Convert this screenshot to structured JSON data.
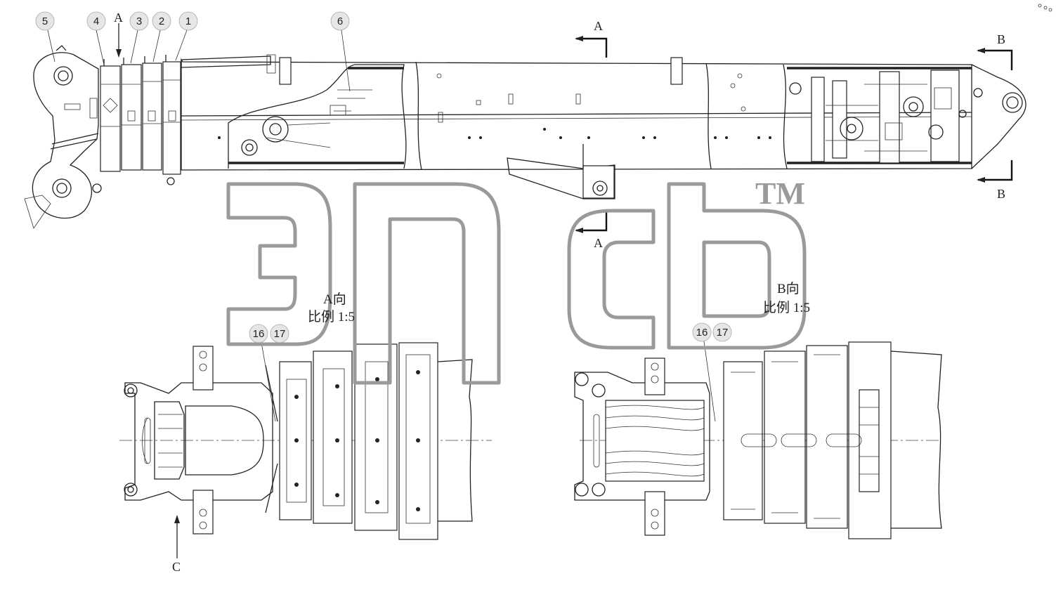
{
  "callouts": [
    {
      "id": "c5",
      "text": "5"
    },
    {
      "id": "c4",
      "text": "4"
    },
    {
      "id": "c3",
      "text": "3"
    },
    {
      "id": "c2",
      "text": "2"
    },
    {
      "id": "c1",
      "text": "1"
    },
    {
      "id": "c6",
      "text": "6"
    },
    {
      "id": "c16a",
      "text": "16"
    },
    {
      "id": "c17a",
      "text": "17"
    },
    {
      "id": "c16b",
      "text": "16"
    },
    {
      "id": "c17b",
      "text": "17"
    }
  ],
  "view_markers": {
    "a_top": "A",
    "a_section_top": "A",
    "a_section_bottom": "A",
    "b_top": "B",
    "b_bottom": "B",
    "c_arrow": "C"
  },
  "view_notes": {
    "a_view_title": "A向",
    "a_view_scale": "比例 1:5",
    "b_view_title": "B向",
    "b_view_scale": "比例 1:5"
  },
  "watermark": {
    "text": "Эпсb",
    "trademark": "TM"
  },
  "colors": {
    "line": "#222222",
    "watermark": "#9a9a9a",
    "callout_fill": "#e6e6e6",
    "background": "#ffffff"
  }
}
